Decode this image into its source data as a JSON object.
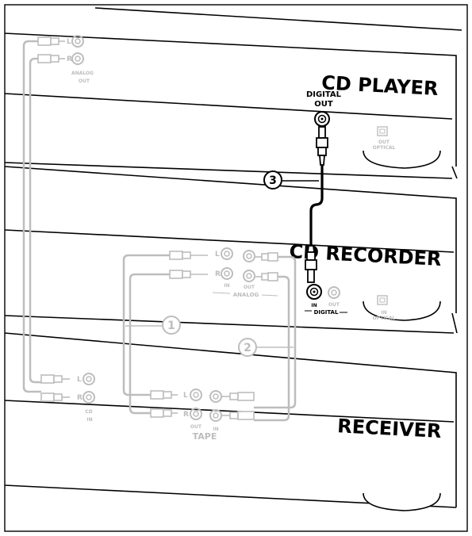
{
  "devices": {
    "cd_player": "CD PLAYER",
    "cd_recorder": "CD RECORDER",
    "receiver": "RECEIVER"
  },
  "cd_player_jacks": {
    "left": "L",
    "right": "R",
    "analog": "ANALOG",
    "out": "OUT",
    "digital": "DIGITAL",
    "digital_out": "OUT",
    "optical_out": "OUT",
    "optical": "OPTICAL"
  },
  "cd_recorder_jacks": {
    "left": "L",
    "right": "R",
    "analog_in": "IN",
    "analog_out": "OUT",
    "analog": "ANALOG",
    "digital_in": "IN",
    "digital_out": "OUT",
    "digital": "DIGITAL",
    "optical_in": "IN",
    "optical": "OPTICAL"
  },
  "receiver_jacks": {
    "cd_left": "L",
    "cd_right": "R",
    "cd": "CD",
    "cd_in": "IN",
    "tape_left": "L",
    "tape_right": "R",
    "tape_out": "OUT",
    "tape_in": "IN",
    "tape": "TAPE"
  },
  "callouts": {
    "one": "1",
    "two": "2",
    "three": "3"
  },
  "colors": {
    "line": "#000000",
    "faint": "#bdbdbd"
  }
}
